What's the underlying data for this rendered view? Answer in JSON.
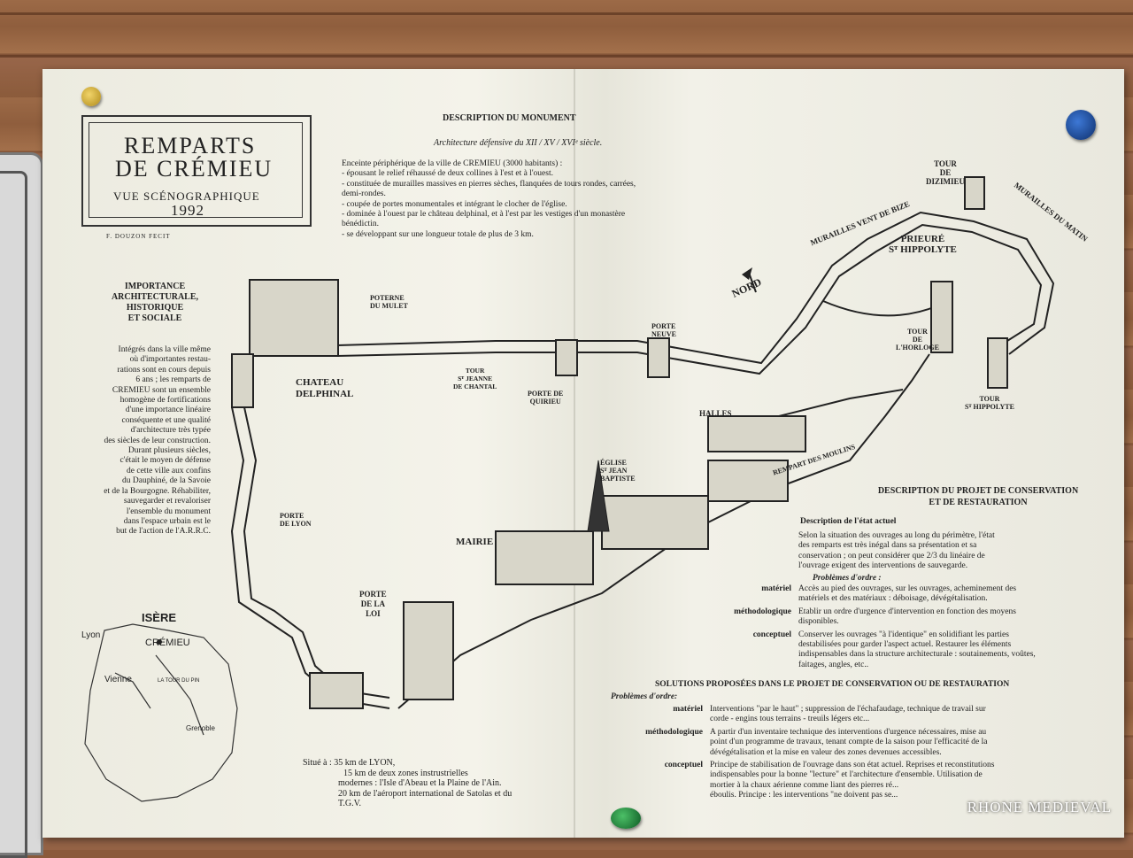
{
  "poster": {
    "title_line1": "REMPARTS",
    "title_line2": "DE CRÉMIEU",
    "subtitle": "VUE SCÉNOGRAPHIQUE",
    "year": "1992",
    "author": "F. DOUZON FECIT",
    "description_heading": "DESCRIPTION DU MONUMENT",
    "architecture": "Architecture défensive du XII / XV / XVIᵉ siècle.",
    "description_lines": [
      "Enceinte périphérique de la ville de CREMIEU (3000 habitants) :",
      "- épousant le relief réhaussé de deux collines à l'est et à l'ouest.",
      "- constituée de murailles massives en pierres sèches, flanquées de tours rondes, carrées, demi-rondes.",
      "- coupée de portes monumentales et intégrant le clocher de l'église.",
      "- dominée à l'ouest par le château delphinal, et à l'est par les vestiges d'un monastère bénédictin.",
      "- se développant sur une longueur totale de plus de 3 km."
    ],
    "importance_heading": [
      "IMPORTANCE",
      "ARCHITECTURALE,",
      "HISTORIQUE",
      "ET SOCIALE"
    ],
    "importance_lines": [
      "Intégrés dans la ville même",
      "où d'importantes restau-",
      "rations sont en cours depuis",
      "6 ans ; les remparts de",
      "CREMIEU sont un ensemble",
      "homogène de fortifications",
      "d'une importance linéaire",
      "conséquente et une qualité",
      "d'architecture très typée",
      "des siècles de leur construction.",
      "Durant plusieurs siècles,",
      "c'était le moyen de défense",
      "de cette ville aux confins",
      "du Dauphiné, de la Savoie",
      "et de la Bourgogne. Réhabiliter,",
      "sauvegarder et revaloriser",
      "l'ensemble du monument",
      "dans l'espace urbain est le",
      "but de l'action de l'A.R.R.C."
    ],
    "project_heading": [
      "DESCRIPTION DU PROJET DE CONSERVATION",
      "ET DE RESTAURATION"
    ],
    "etat_heading": "Description de l'état actuel",
    "etat_lines": [
      "Selon la situation des ouvrages au long du périmètre, l'état",
      "des remparts est très inégal dans sa présentation et sa",
      "conservation ; on peut considérer que 2/3 du linéaire de",
      "l'ouvrage exigent des interventions de sauvegarde."
    ],
    "problemes": "Problèmes d'ordre :",
    "prob_rows": [
      {
        "k": "matériel",
        "v": [
          "Accès au pied des ouvrages, sur les ouvrages, acheminement des",
          "matériels et des matériaux : déboisage, dévégétalisation."
        ]
      },
      {
        "k": "méthodologique",
        "v": [
          "Etablir un ordre d'urgence d'intervention en fonction des moyens",
          "disponibles."
        ]
      },
      {
        "k": "conceptuel",
        "v": [
          "Conserver les ouvrages \"à l'identique\" en solidifiant les parties",
          "destabilisées pour garder l'aspect actuel. Restaurer les éléments",
          "indispensables dans la structure architecturale : soutainements, voûtes,",
          "faitages, angles, etc.."
        ]
      }
    ],
    "solutions_heading": "SOLUTIONS PROPOSÉES DANS LE PROJET DE CONSERVATION OU DE RESTAURATION",
    "sol_problemes": "Problèmes d'ordre:",
    "sol_rows": [
      {
        "k": "matériel",
        "v": [
          "Interventions \"par le haut\" ; suppression de l'échafaudage, technique de travail sur",
          "corde - engins tous terrains - treuils légers etc..."
        ]
      },
      {
        "k": "méthodologique",
        "v": [
          "A partir d'un inventaire technique des interventions d'urgence nécessaires, mise au",
          "point d'un programme de travaux, tenant compte de la saison pour l'efficacité de la",
          "dévégétalisation et la mise en valeur des zones devenues accessibles."
        ]
      },
      {
        "k": "conceptuel",
        "v": [
          "Principe de stabilisation de l'ouvrage dans son état actuel. Reprises et reconstitutions",
          "indispensables pour la bonne \"lecture\" et l'architecture d'ensemble. Utilisation de",
          "mortier à la chaux aérienne comme liant des pierres ré...",
          "éboulis. Principe : les interventions \"ne doivent pas se..."
        ]
      }
    ],
    "situe_lines": [
      "Situé à : 35 km de LYON,",
      "15 km de deux zones instrustrielles",
      "modernes : l'Isle d'Abeau et la Plaine de l'Ain.",
      "20 km de l'aéroport international de Satolas et du",
      "T.G.V."
    ],
    "map_labels": {
      "tour_dizimieu": [
        "TOUR",
        "DE",
        "DIZIMIEU"
      ],
      "vent_de_bize": "MURAILLES VENT DE BIZE",
      "du_matin": "MURAILLES DU MATIN",
      "prieure": [
        "PRIEURÉ",
        "Sᵀ HIPPOLYTE"
      ],
      "nord": "NORD",
      "poterne": [
        "POTERNE",
        "DU MULET"
      ],
      "porte_neuve": [
        "PORTE",
        "NEUVE"
      ],
      "tour_horloge": [
        "TOUR",
        "DE",
        "L'HORLOGE"
      ],
      "tour_st_hippolyte": [
        "TOUR",
        "Sᵀ HIPPOLYTE"
      ],
      "chateau": [
        "CHATEAU",
        "DELPHINAL"
      ],
      "tour_jeanne": [
        "TOUR",
        "Sᵀ JEANNE",
        "DE CHANTAL"
      ],
      "porte_quirieu": [
        "PORTE DE",
        "QUIRIEU"
      ],
      "halles": "HALLES",
      "eglise": [
        "ÉGLISE",
        "Sᵀ JEAN",
        "BAPTISTE"
      ],
      "rempart_moulins": "REMPART DES MOULINS",
      "porte_lyon": [
        "PORTE",
        "DE LYON"
      ],
      "mairie": "MAIRIE",
      "porte_loi": [
        "PORTE",
        "DE LA",
        "LOI"
      ],
      "isere": "ISÈRE",
      "lyon": "Lyon",
      "cremieu": "CRÉMIEU",
      "vienne": "Vienne",
      "la_tour_du_pin": "LA TOUR DU PIN",
      "grenoble": "Grenoble"
    },
    "watermark": "RHONE MEDIEVAL"
  },
  "colors": {
    "board": "#8f5e3d",
    "paper": "#f1f0e6",
    "ink": "#222222",
    "pin_yellow": "#d9b02a",
    "pin_blue": "#1d4fa0",
    "pin_green": "#1f8a3c"
  }
}
